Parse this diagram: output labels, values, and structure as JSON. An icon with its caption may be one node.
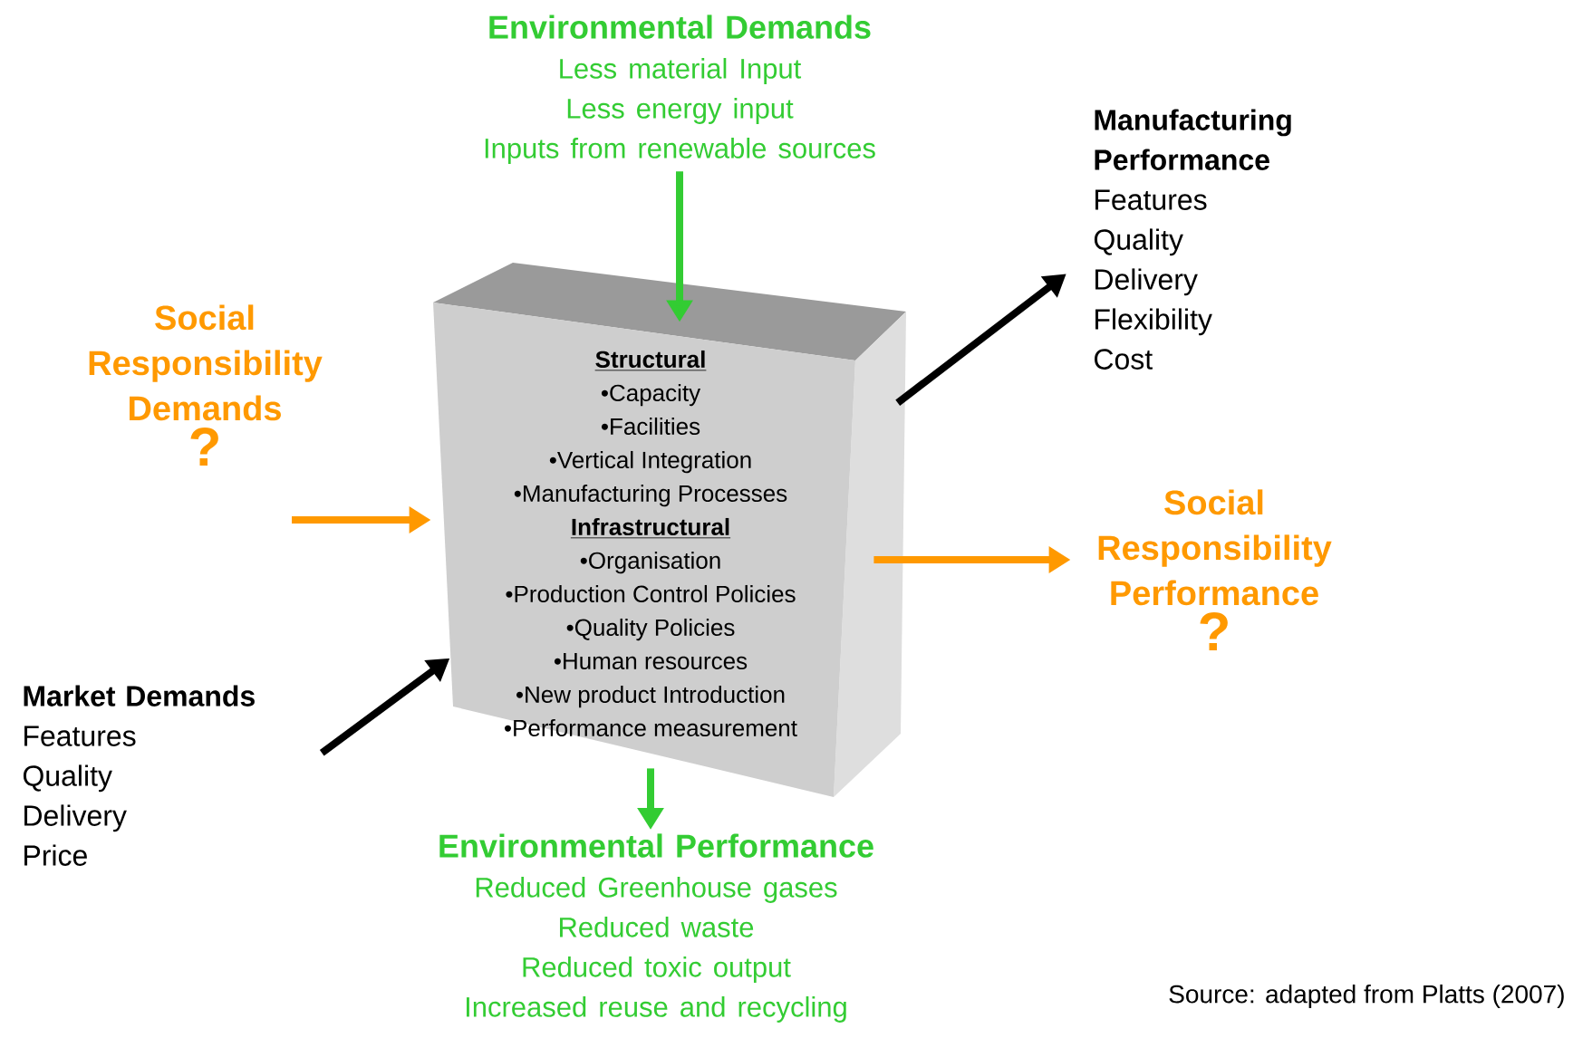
{
  "diagram": {
    "nodes": [
      {
        "text": [
          "Structural",
          "•Capacity",
          "•Facilities",
          "•Vertical Integration",
          "•Manufacturing Processes",
          "Infrastructural",
          "•Organisation",
          "•Production Control Policies",
          "•Quality Policies",
          "•Human resources",
          "•New product Introduction",
          "•Performance measurement"
        ]
      },
      {
        "text": [
          "Environmental Demands",
          "Less material Input",
          "Less energy input",
          "Inputs from renewable sources"
        ]
      },
      {
        "text": [
          "Social Responsibility Demands",
          "?"
        ]
      },
      {
        "text": [
          "Market Demands",
          "Features",
          "Quality",
          "Delivery",
          "Price"
        ]
      },
      {
        "text": [
          "Manufacturing Performance",
          "Features",
          "Quality",
          "Delivery",
          "Flexibility",
          "Cost"
        ]
      },
      {
        "text": [
          "Social Responsibility Performance",
          "?"
        ]
      },
      {
        "text": [
          "Environmental Performance",
          "Reduced Greenhouse gases",
          "Reduced waste",
          "Reduced toxic output",
          "Increased reuse and recycling"
        ]
      }
    ],
    "edges": [
      {
        "from": 1,
        "to": 0,
        "arrow": "to",
        "color": "#33cc33"
      },
      {
        "from": 2,
        "to": 0,
        "arrow": "to",
        "color": "#ff9900"
      },
      {
        "from": 3,
        "to": 0,
        "arrow": "to",
        "color": "#000000"
      },
      {
        "from": 0,
        "to": 4,
        "arrow": "to",
        "color": "#000000"
      },
      {
        "from": 0,
        "to": 5,
        "arrow": "to",
        "color": "#ff9900"
      },
      {
        "from": 0,
        "to": 6,
        "arrow": "to",
        "color": "#33cc33"
      }
    ],
    "labels": [
      "Source: adapted from Platts (2007)"
    ]
  }
}
